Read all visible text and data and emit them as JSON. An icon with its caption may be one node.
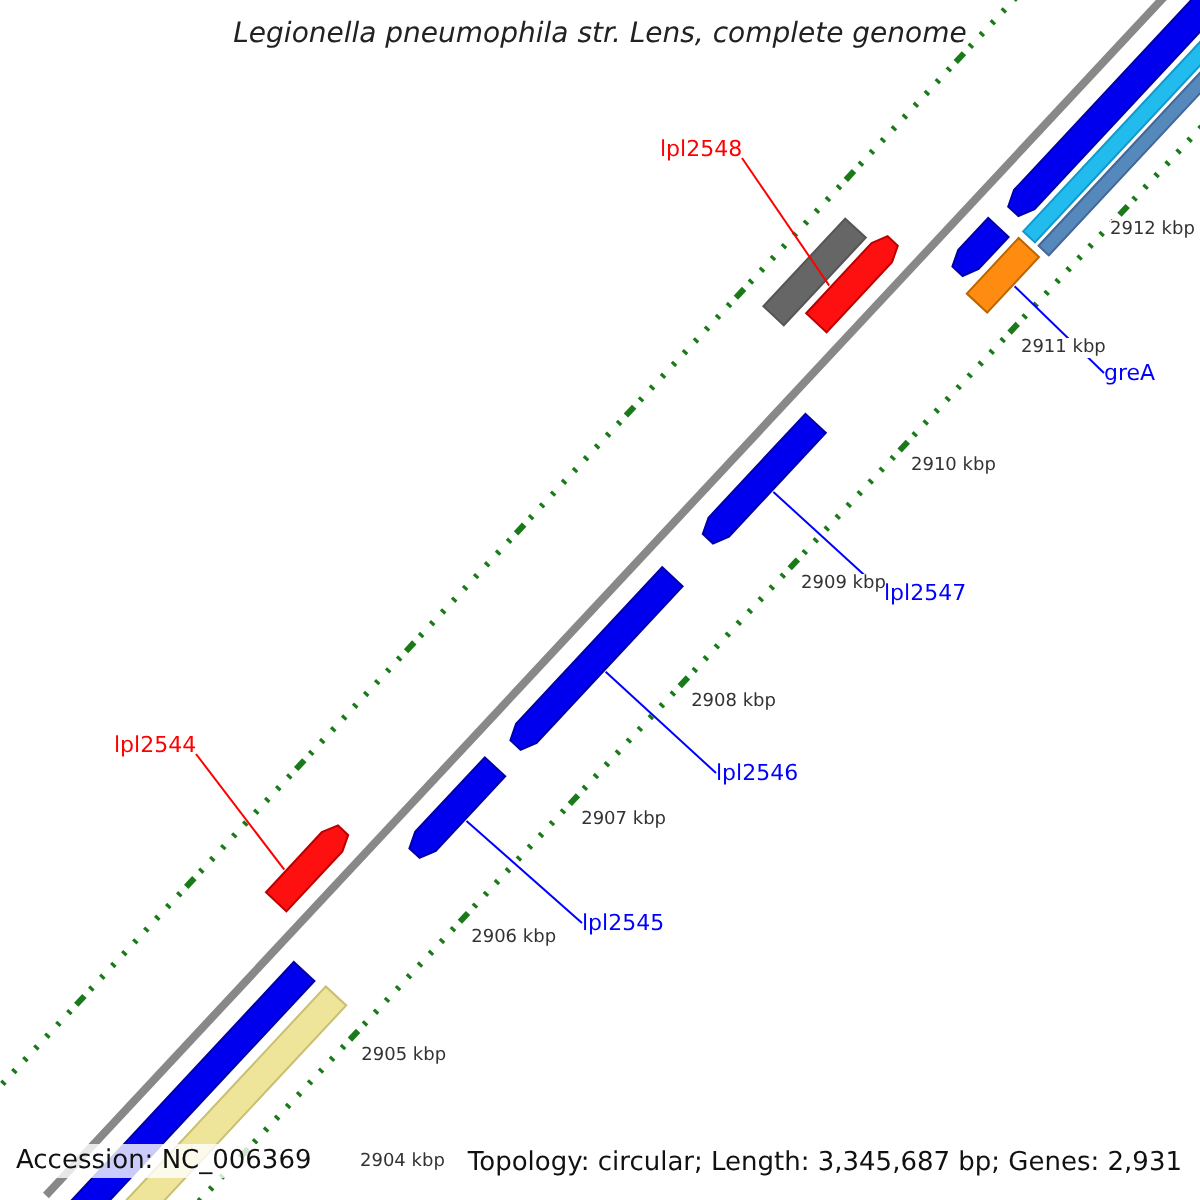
{
  "diagram": {
    "title": "Legionella pneumophila str. Lens, complete genome",
    "nodes": [
      {
        "text": [
          "lpl2548"
        ]
      },
      {
        "text": [],
        "shape": "bar"
      },
      {
        "text": [
          "greA"
        ]
      },
      {
        "text": [],
        "shape": "bar"
      },
      {
        "text": [
          "lpl2547"
        ]
      },
      {
        "text": [],
        "shape": "bar"
      },
      {
        "text": [
          "lpl2546"
        ]
      },
      {
        "text": [],
        "shape": "bar"
      },
      {
        "text": [
          "lpl2545"
        ]
      },
      {
        "text": [],
        "shape": "bar"
      },
      {
        "text": [
          "lpl2544"
        ]
      },
      {
        "text": [],
        "shape": "bar"
      }
    ],
    "edges": [
      {
        "from": 0,
        "to": 1,
        "arrow": "none",
        "color": "#ff0000"
      },
      {
        "from": 2,
        "to": 3,
        "arrow": "none"
      },
      {
        "from": 4,
        "to": 5,
        "arrow": "none"
      },
      {
        "from": 6,
        "to": 7,
        "arrow": "none"
      },
      {
        "from": 8,
        "to": 9,
        "arrow": "none"
      },
      {
        "from": 10,
        "to": 11,
        "arrow": "none",
        "color": "#ff0000"
      }
    ],
    "labels": [
      "2912 kbp",
      "2911 kbp",
      "2910 kbp",
      "2909 kbp",
      "2908 kbp",
      "2907 kbp",
      "2906 kbp",
      "2905 kbp",
      "2904 kbp",
      "Accession: NC_006369",
      "Topology: circular; Length: 3,345,687 bp; Genes: 2,931"
    ]
  }
}
